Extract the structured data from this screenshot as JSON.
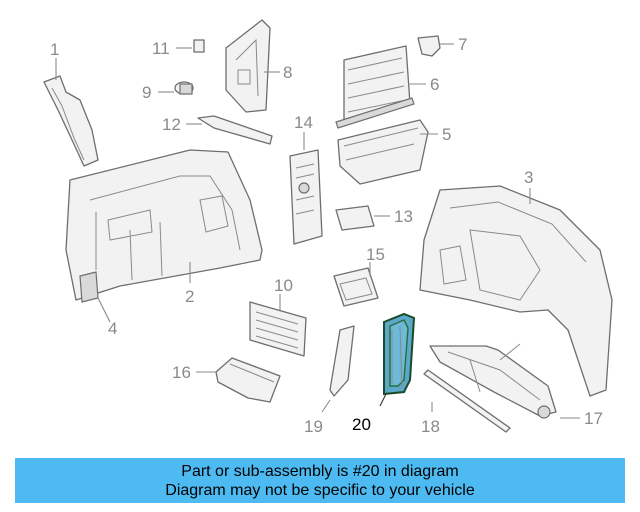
{
  "diagram": {
    "callouts": [
      "1",
      "2",
      "3",
      "4",
      "5",
      "6",
      "7",
      "8",
      "9",
      "10",
      "11",
      "12",
      "13",
      "14",
      "15",
      "16",
      "17",
      "18",
      "19",
      "20"
    ],
    "highlighted_part": "20",
    "highlight_color": "#5aa9c9"
  },
  "banner": {
    "line1": "Part or sub-assembly is #20 in diagram",
    "line2": "Diagram may not be specific to your vehicle",
    "background": "#4dbbf2"
  }
}
